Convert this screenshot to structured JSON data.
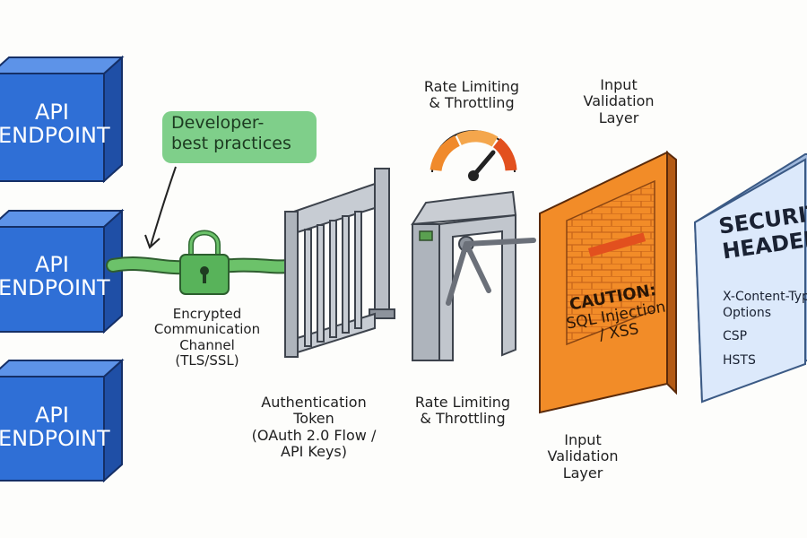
{
  "endpoints": [
    {
      "line1": "API",
      "line2": "ENDPOINT"
    },
    {
      "line1": "API",
      "line2": "ENDPOINT"
    },
    {
      "line1": "API",
      "line2": "ENDPOINT"
    }
  ],
  "callout": {
    "line1": "Developer-",
    "line2": "best practices"
  },
  "channel": {
    "lines": [
      "Encrypted",
      "Communication",
      "Channel",
      "(TLS/SSL)"
    ]
  },
  "auth": {
    "lines": [
      "Authentication",
      "Token",
      "(OAuth 2.0 Flow /",
      "API Keys)"
    ]
  },
  "rate_top": {
    "lines": [
      "Rate Limiting",
      "& Throttling"
    ]
  },
  "rate_bottom": {
    "lines": [
      "Rate Limiting",
      "& Throttling"
    ]
  },
  "input_top": {
    "lines": [
      "Input",
      "Validation",
      "Layer"
    ]
  },
  "input_bottom": {
    "lines": [
      "Input",
      "Validation",
      "Layer"
    ]
  },
  "caution": {
    "head": "CAUTION:",
    "line2": "SQL Injection",
    "line3": "/ XSS"
  },
  "security": {
    "title_line1": "SECURITY",
    "title_line2": "HEADERS",
    "items": [
      "X-Content-Type-",
      "Options",
      "CSP",
      "HSTS"
    ]
  },
  "colors": {
    "endpoint_blue": "#2f6fd6",
    "pipe_green": "#6cc26a",
    "lock_green": "#58b35a",
    "wall_orange": "#f28c28",
    "panel_blue": "#dce9fb",
    "gauge_orange": "#f08a2c"
  },
  "icons": [
    "padlock-icon",
    "arrow-icon",
    "gate-icon",
    "turnstile-icon",
    "gauge-icon",
    "brick-wall-icon",
    "security-panel-icon"
  ]
}
